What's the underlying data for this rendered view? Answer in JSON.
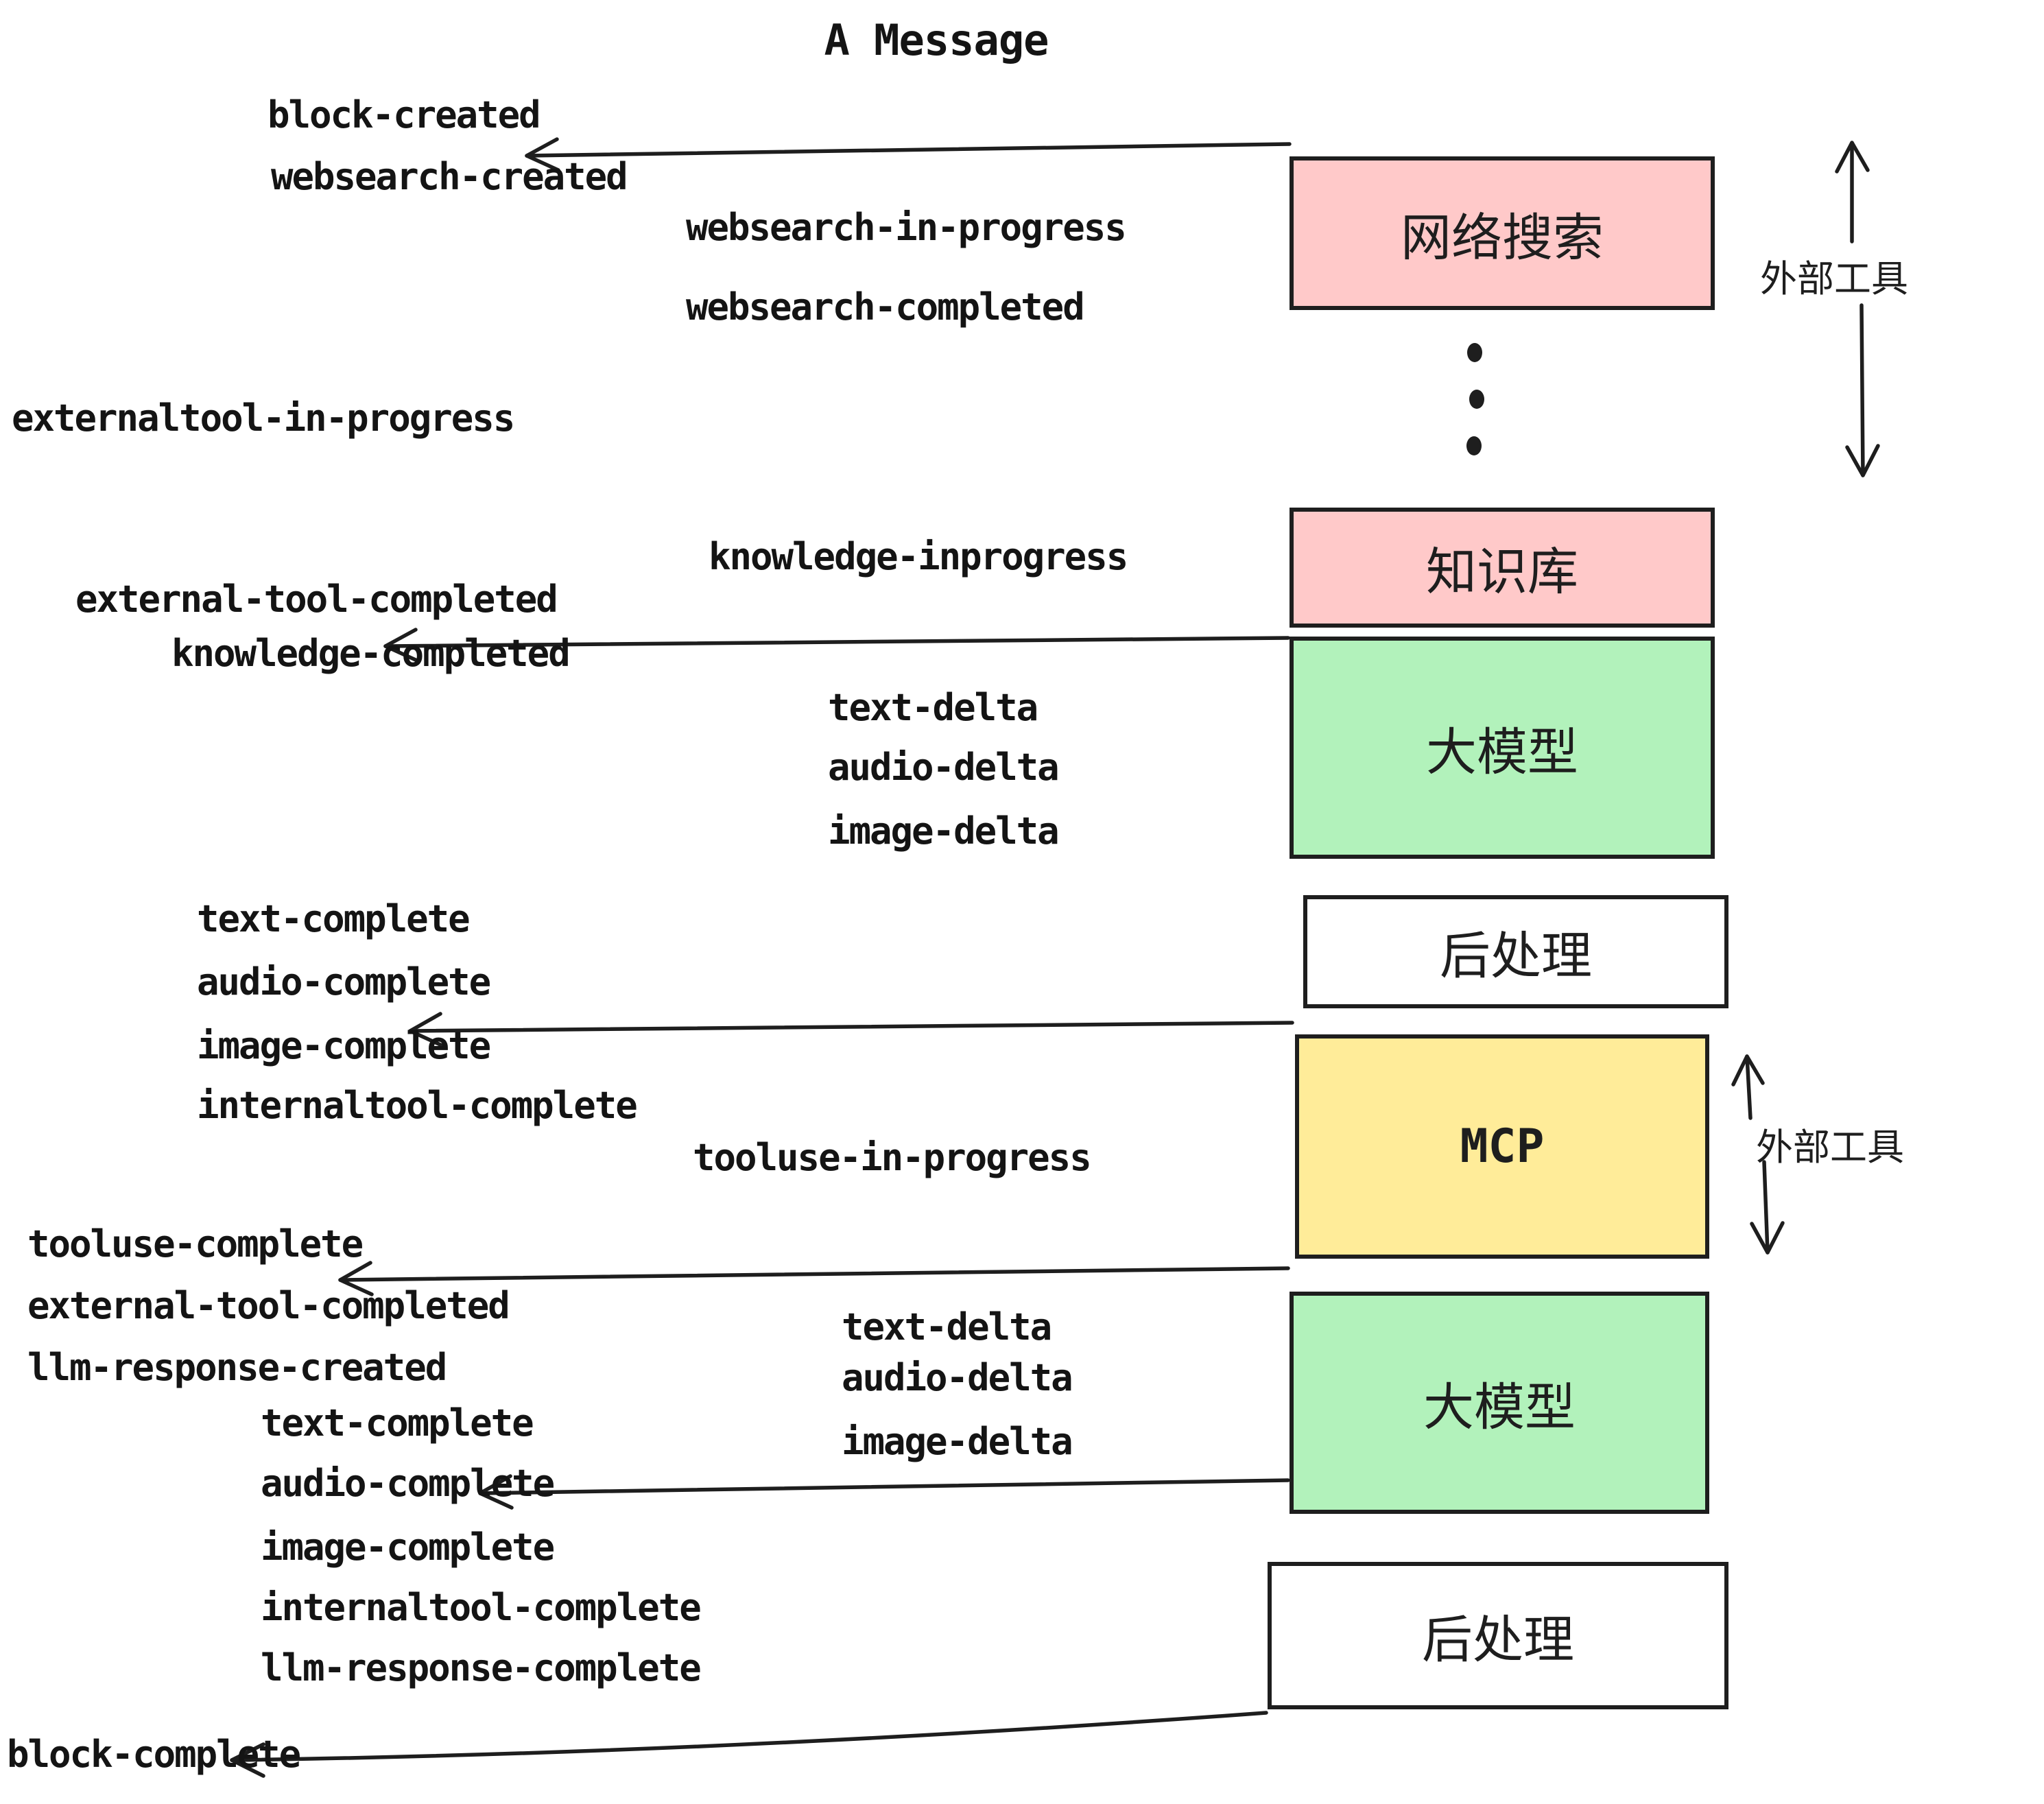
{
  "title": "A Message",
  "colors": {
    "pink": "#ffc9c9",
    "green": "#b2f2bb",
    "yellow": "#ffec99",
    "white": "#ffffff",
    "ink": "#1e1e1e"
  },
  "boxes": [
    {
      "label": "网络搜索",
      "color": "#ffc9c9"
    },
    {
      "label": "知识库",
      "color": "#ffc9c9"
    },
    {
      "label": "大模型",
      "color": "#b2f2bb"
    },
    {
      "label": "后处理",
      "color": "#ffffff"
    },
    {
      "label": "MCP",
      "color": "#ffec99"
    },
    {
      "label": "大模型",
      "color": "#b2f2bb"
    },
    {
      "label": "后处理",
      "color": "#ffffff"
    }
  ],
  "side_labels": {
    "external_tools_top": "外部工具",
    "external_tools_bottom": "外部工具"
  },
  "events": {
    "block_created": "block-created",
    "websearch_created": "websearch-created",
    "websearch_in_progress": "websearch-in-progress",
    "websearch_completed": "websearch-completed",
    "externaltool_in_progress": "externaltool-in-progress",
    "knowledge_inprogress": "knowledge-inprogress",
    "external_tool_completed_1": "external-tool-completed",
    "knowledge_completed": "knowledge-completed",
    "deltas_1": [
      "text-delta",
      "audio-delta",
      "image-delta"
    ],
    "completes_1": [
      "text-complete",
      "audio-complete",
      "image-complete",
      "internaltool-complete"
    ],
    "tooluse_in_progress": "tooluse-in-progress",
    "tooluse_complete": "tooluse-complete",
    "external_tool_completed_2": "external-tool-completed",
    "llm_response_created": "llm-response-created",
    "deltas_2": [
      "text-delta",
      "audio-delta",
      "image-delta"
    ],
    "completes_2": [
      "text-complete",
      "audio-complete",
      "image-complete",
      "internaltool-complete",
      "llm-response-complete"
    ],
    "block_complete": "block-complete"
  }
}
